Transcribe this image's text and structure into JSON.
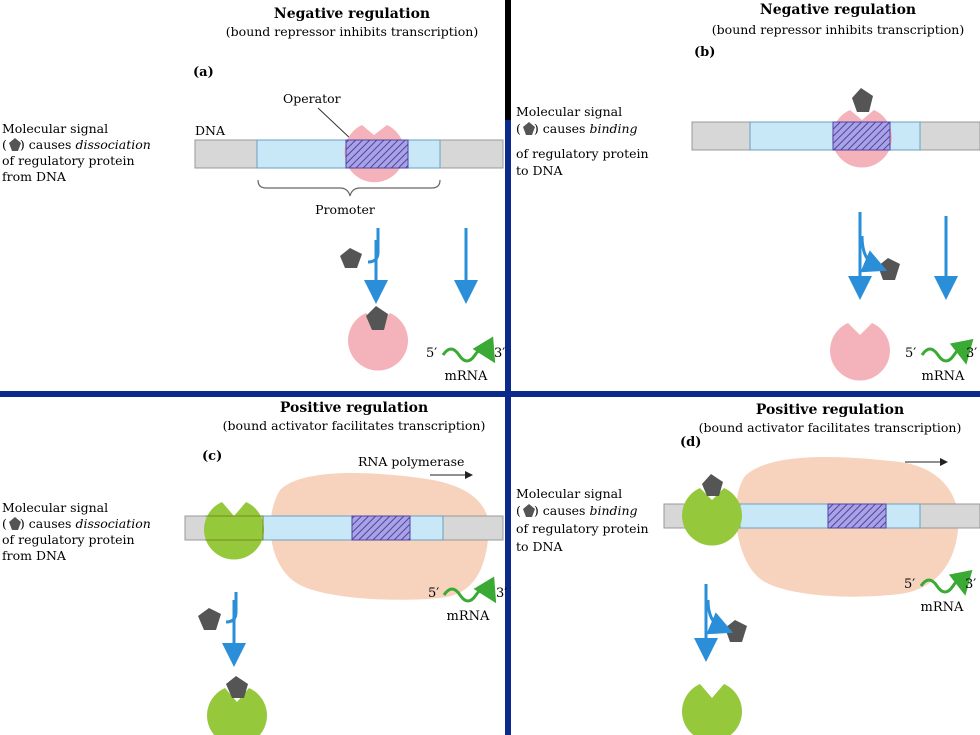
{
  "colors": {
    "divider": "#0b2a8c",
    "dna_strand": "#d7d7d7",
    "promoter": "#c9e8f7",
    "operator": "#7b6fc8",
    "repressor": "#f4b3bb",
    "activator": "#96c83c",
    "polymerase": "#f7d3bd",
    "signal": "#555555",
    "arrow": "#2a8fd8",
    "mrna": "#3aaa35"
  },
  "panels": [
    {
      "id": "a",
      "title": "Negative regulation",
      "subtitle": "(bound repressor inhibits transcription)",
      "letter": "(a)",
      "signal_text": [
        "Molecular signal",
        "(",
        ") causes ",
        "dissociation",
        "of regulatory protein",
        "from DNA"
      ],
      "dna_label": "DNA",
      "operator_label": "Operator",
      "promoter_label": "Promoter",
      "mrna": {
        "five": "5′",
        "three": "3′",
        "label": "mRNA"
      }
    },
    {
      "id": "b",
      "title": "Negative regulation",
      "subtitle": "(bound repressor inhibits transcription)",
      "letter": "(b)",
      "signal_text": [
        "Molecular signal",
        "(",
        ") causes ",
        "binding",
        "of regulatory protein",
        "to DNA"
      ],
      "mrna": {
        "five": "5′",
        "three": "3′",
        "label": "mRNA"
      }
    },
    {
      "id": "c",
      "title": "Positive regulation",
      "subtitle": "(bound activator facilitates transcription)",
      "letter": "(c)",
      "signal_text": [
        "Molecular signal",
        "(",
        ") causes ",
        "dissociation",
        "of regulatory protein",
        "from DNA"
      ],
      "polymerase_label": "RNA polymerase",
      "mrna": {
        "five": "5′",
        "three": "3′",
        "label": "mRNA"
      }
    },
    {
      "id": "d",
      "title": "Positive regulation",
      "subtitle": "(bound activator facilitates transcription)",
      "letter": "(d)",
      "signal_text": [
        "Molecular signal",
        "(",
        ") causes ",
        "binding",
        "of regulatory protein",
        "to DNA"
      ],
      "mrna": {
        "five": "5′",
        "three": "3′",
        "label": "mRNA"
      }
    }
  ]
}
